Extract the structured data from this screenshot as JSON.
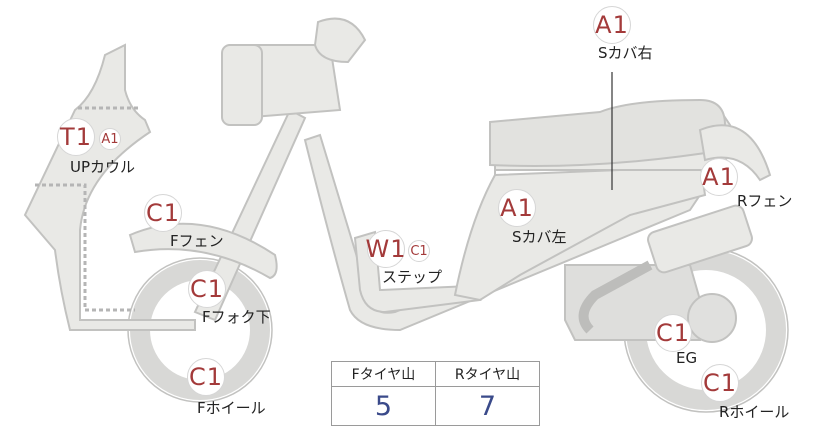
{
  "parts": [
    {
      "id": "a1-scover-right",
      "codes": [
        "A1"
      ],
      "label": "Sカバ右"
    },
    {
      "id": "t1-up-cowl",
      "codes": [
        "T1",
        "A1"
      ],
      "label": "UPカウル"
    },
    {
      "id": "a1-rfender",
      "codes": [
        "A1"
      ],
      "label": "Rフェン"
    },
    {
      "id": "c1-ffender",
      "codes": [
        "C1"
      ],
      "label": "Fフェン"
    },
    {
      "id": "a1-scover-left",
      "codes": [
        "A1"
      ],
      "label": "Sカバ左"
    },
    {
      "id": "w1-step",
      "codes": [
        "W1",
        "C1"
      ],
      "label": "ステップ"
    },
    {
      "id": "c1-ffork-lower",
      "codes": [
        "C1"
      ],
      "label": "Fフォク下"
    },
    {
      "id": "c1-engine",
      "codes": [
        "C1"
      ],
      "label": "EG"
    },
    {
      "id": "c1-fwheel",
      "codes": [
        "C1"
      ],
      "label": "Fホイール"
    },
    {
      "id": "c1-rwheel",
      "codes": [
        "C1"
      ],
      "label": "Rホイール"
    }
  ],
  "tire_table": {
    "headers": [
      "Fタイヤ山",
      "Rタイヤ山"
    ],
    "values": [
      "5",
      "7"
    ]
  },
  "colors": {
    "body_fill": "#e9e9e6",
    "body_stroke": "#c2c2c0",
    "badge_text": "#a33a3a",
    "table_value": "#3a4a8a"
  }
}
